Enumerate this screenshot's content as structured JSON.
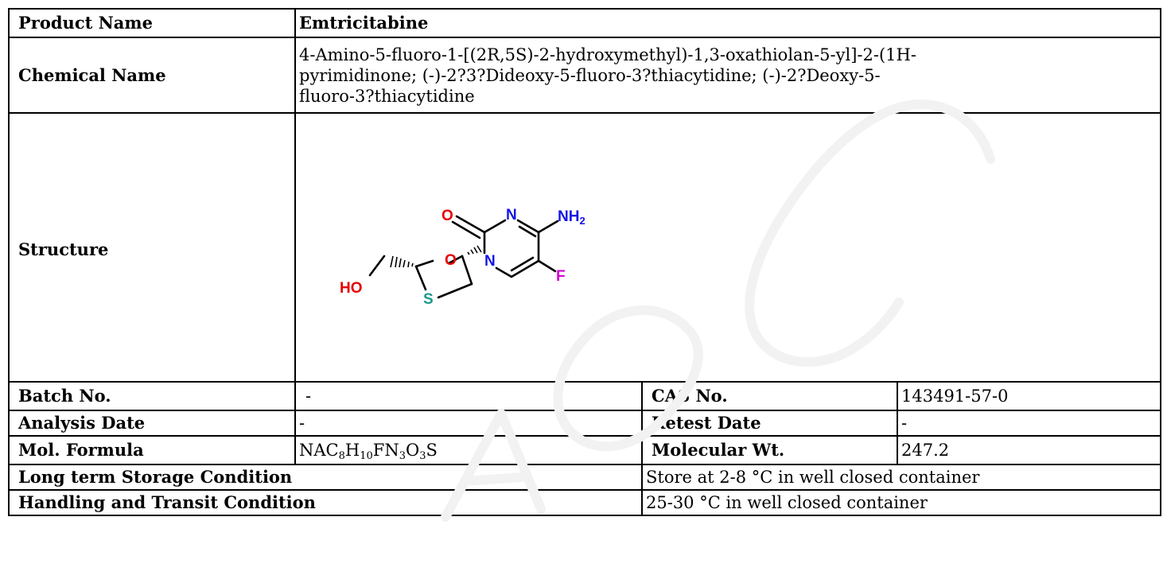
{
  "product": {
    "label": "Product Name",
    "value": "Emtricitabine"
  },
  "chemical": {
    "label": "Chemical Name",
    "value_line1": "4-Amino-5-fluoro-1-[(2R,5S)-2-hydroxymethyl)-1,3-oxathiolan-5-yl]-2-(1H-",
    "value_line2": "pyrimidinone; (-)-2?3?Dideoxy-5-fluoro-3?thiacytidine; (-)-2?Deoxy-5-",
    "value_line3": "fluoro-3?thiacytidine"
  },
  "structure": {
    "label": "Structure",
    "atoms": {
      "o_carbonyl": "O",
      "n3": "N",
      "nh2_n": "NH",
      "nh2_sub": "2",
      "n1": "N",
      "o_ring": "O",
      "f": "F",
      "ho": "HO",
      "s": "S"
    },
    "colors": {
      "oxygen": "#e60000",
      "nitrogen": "#1515e6",
      "fluorine": "#d400d4",
      "sulfur": "#1b9a8a",
      "bond": "#000000"
    }
  },
  "batch": {
    "label": "Batch No.",
    "value": "-",
    "cas_label": "CAS No.",
    "cas_value": "143491-57-0"
  },
  "analysis": {
    "label": "Analysis Date",
    "value": "-",
    "retest_label": "Retest Date",
    "retest_value": "-"
  },
  "formula": {
    "label": "Mol. Formula",
    "parts": {
      "p1": "NAC",
      "s1": "8",
      "p2": "H",
      "s2": "10",
      "p3": "FN",
      "s3": "3",
      "p4": "O",
      "s4": "3",
      "p5": "S"
    },
    "mw_label": "Molecular Wt.",
    "mw_value": "247.2"
  },
  "storage": {
    "label": "Long term Storage Condition",
    "value": "Store at 2-8 °C in well closed container"
  },
  "transit": {
    "label": "Handling and Transit Condition",
    "value": "25-30 °C in well closed container"
  }
}
